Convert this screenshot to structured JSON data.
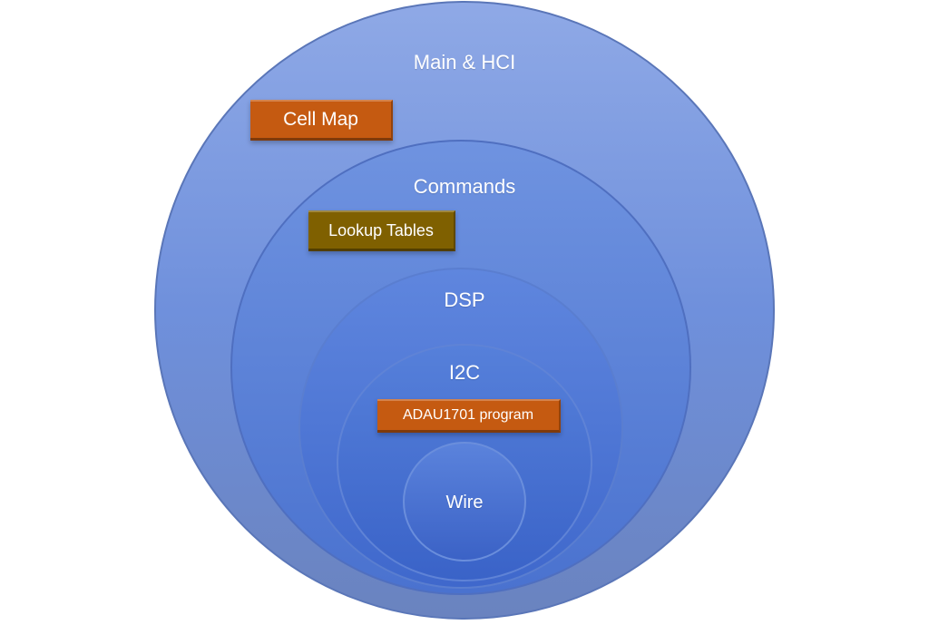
{
  "diagram": {
    "layers": [
      {
        "key": "main",
        "label": "Main & HCI"
      },
      {
        "key": "commands",
        "label": "Commands"
      },
      {
        "key": "dsp",
        "label": "DSP"
      },
      {
        "key": "i2c",
        "label": "I2C"
      },
      {
        "key": "wire",
        "label": "Wire"
      }
    ],
    "tags": [
      {
        "key": "cell_map",
        "label": "Cell Map",
        "color": "#C55A11"
      },
      {
        "key": "lookup_tables",
        "label": "Lookup Tables",
        "color": "#7F6000"
      },
      {
        "key": "adau_program",
        "label": "ADAU1701 program",
        "color": "#C55A11"
      }
    ]
  }
}
